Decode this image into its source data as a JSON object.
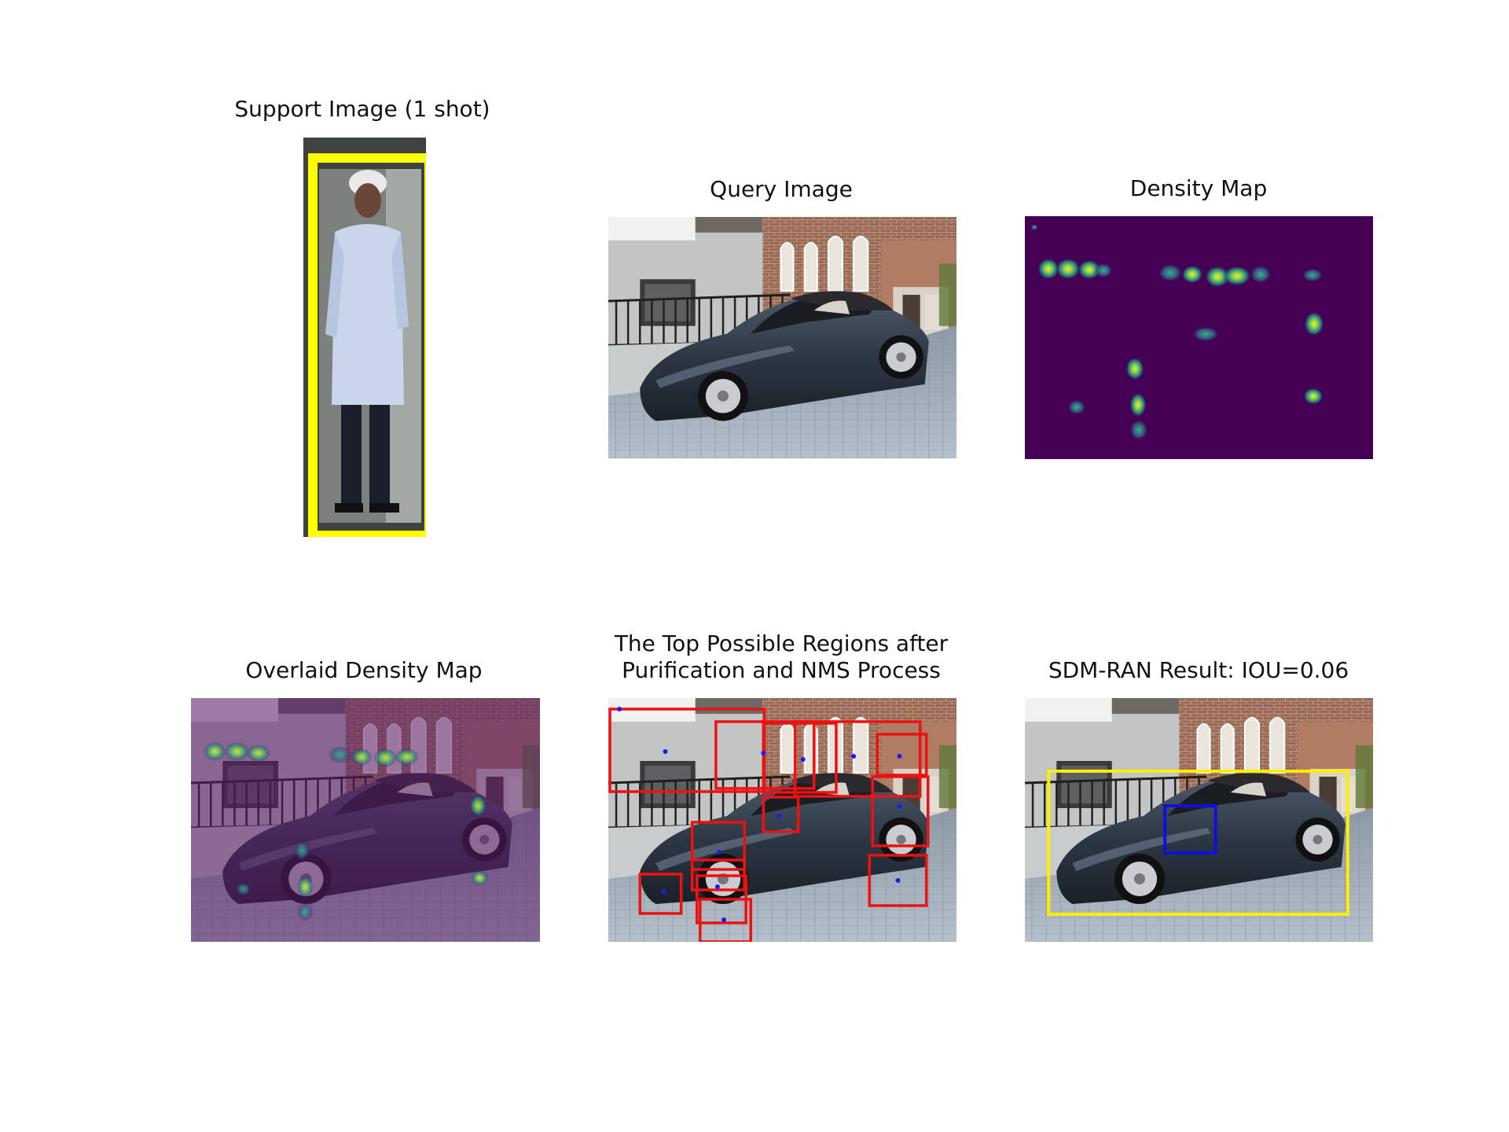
{
  "figure": {
    "panels": [
      {
        "id": "support",
        "title": "Support Image (1 shot)"
      },
      {
        "id": "query",
        "title": "Query Image"
      },
      {
        "id": "density",
        "title": "Density Map"
      },
      {
        "id": "overlaid",
        "title": "Overlaid Density Map"
      },
      {
        "id": "regions",
        "title_line1": "The Top Possible Regions after",
        "title_line2": "Purification and NMS Process"
      },
      {
        "id": "result",
        "title": "SDM-RAN Result: IOU=0.06"
      }
    ]
  },
  "colors": {
    "support_box": "#ffff00",
    "region_box": "#ee1111",
    "region_point": "#1a1aff",
    "gt_box": "#ffee00",
    "pred_box": "#1010dd",
    "density_bg": "#440154",
    "density_hot": "#fde725",
    "density_mid": "#21918c"
  }
}
